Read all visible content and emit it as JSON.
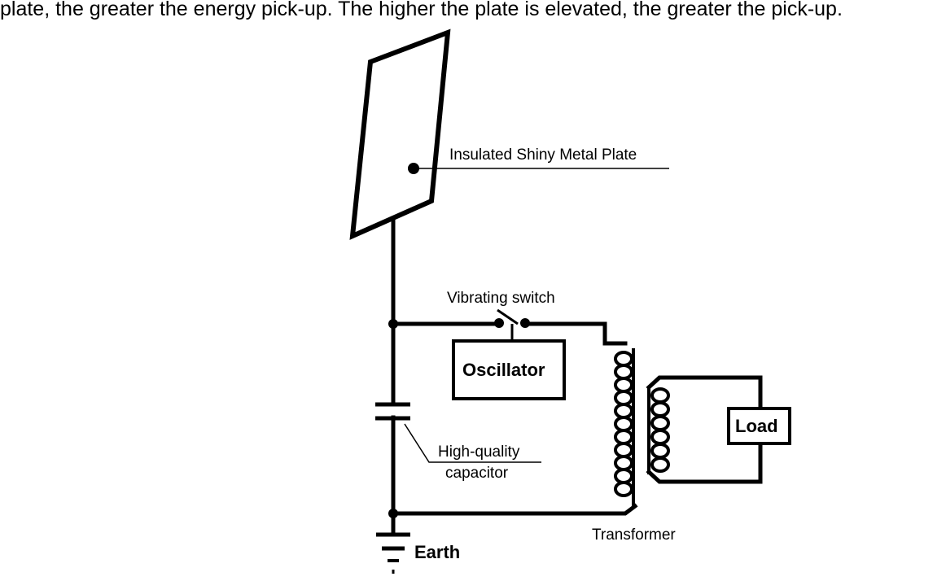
{
  "caption": "plate, the greater the energy pick-up.  The higher the plate is elevated, the greater the pick-up.",
  "labels": {
    "plate": "Insulated Shiny Metal Plate",
    "switch": "Vibrating switch",
    "oscillator": "Oscillator",
    "capacitor_line1": "High-quality",
    "capacitor_line2": "capacitor",
    "transformer": "Transformer",
    "load": "Load",
    "earth": "Earth"
  }
}
